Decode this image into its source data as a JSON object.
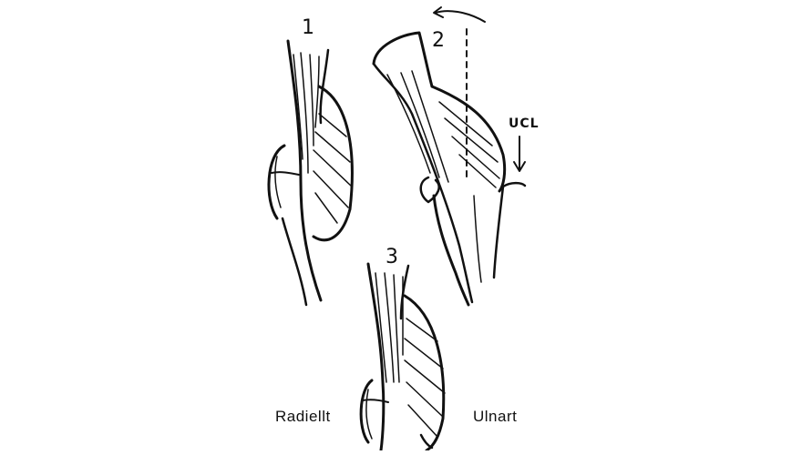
{
  "figure": {
    "label_1": "1",
    "label_2": "2",
    "label_3": "3",
    "label_ucl": "UCL",
    "label_radial": "Radiellt",
    "label_ulnar": "Ulnart"
  },
  "colors": {
    "ink": "#111111",
    "background": "#ffffff"
  }
}
